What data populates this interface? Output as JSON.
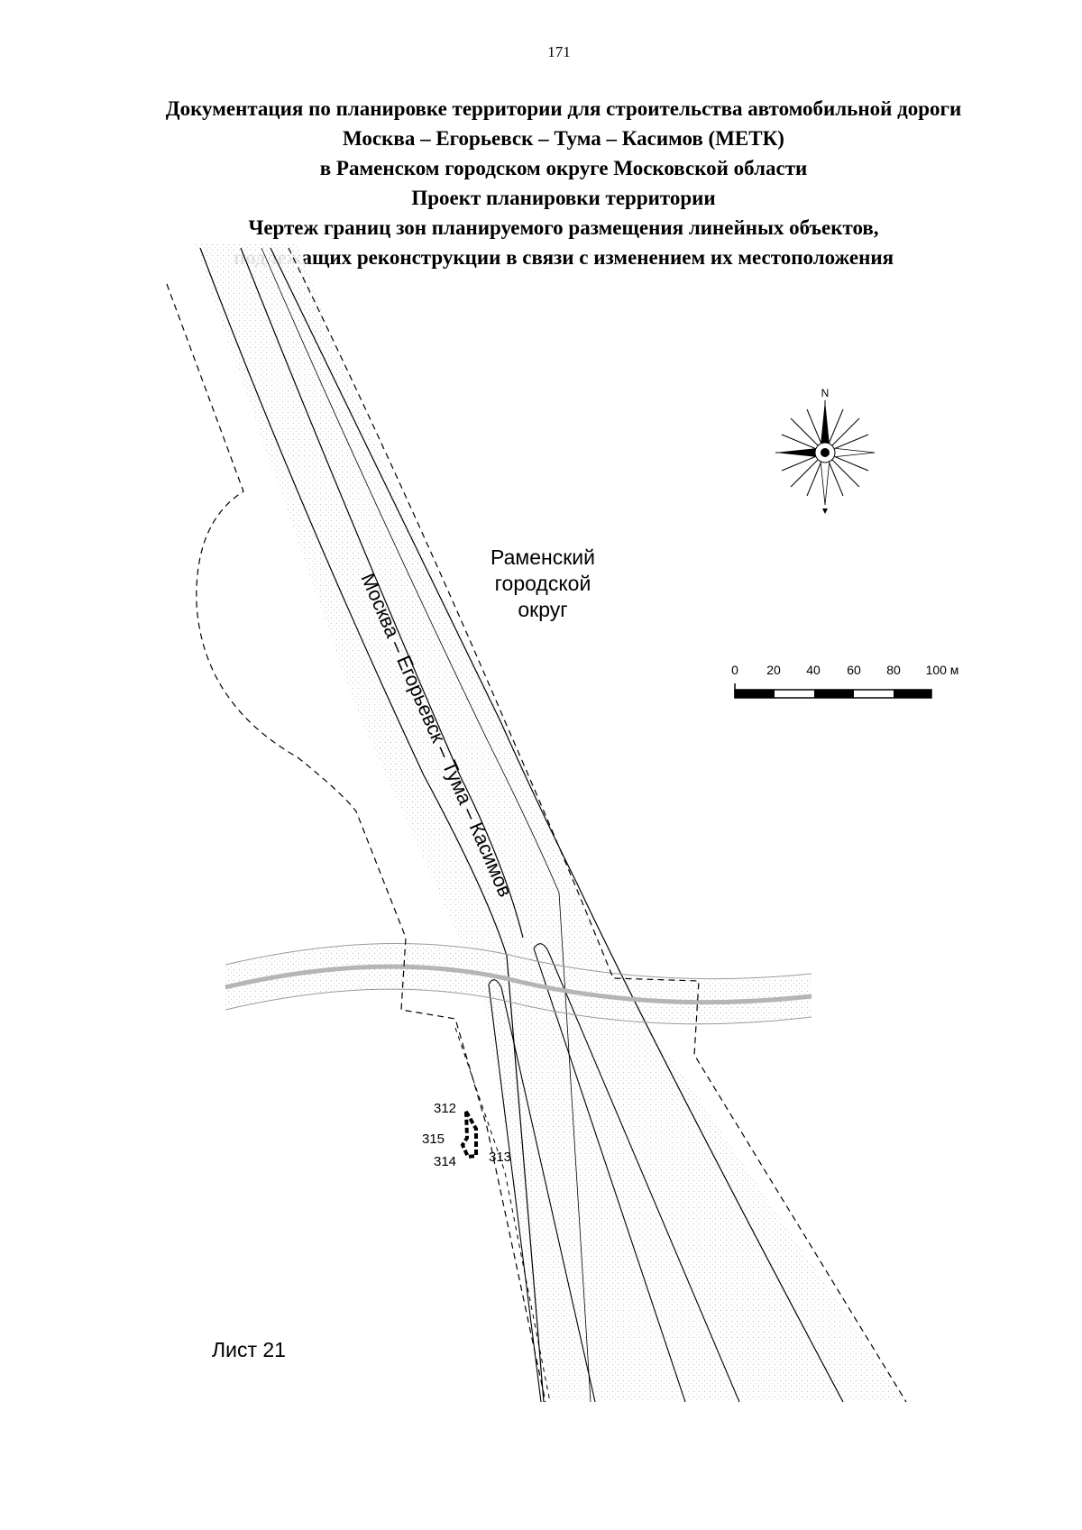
{
  "page_number": "171",
  "title_lines": [
    "Документация по планировке территории для строительства автомобильной дороги",
    "Москва – Егорьевск – Тума – Касимов (МЕТК)",
    "в Раменском городском округе Московской области",
    "Проект планировки территории",
    "Чертеж границ зон планируемого размещения линейных объектов,",
    "подлежащих реконструкции в связи с изменением их местоположения"
  ],
  "map": {
    "district_label": [
      "Раменский",
      "городской",
      "округ"
    ],
    "road_label": "Москва – Егорьевск – Тума – Касимов",
    "compass_label": "N",
    "scale_labels": [
      "0",
      "20",
      "40",
      "60",
      "80",
      "100 м"
    ],
    "point_labels": [
      "312",
      "315",
      "314",
      "313"
    ],
    "sheet_label": "Лист 21"
  },
  "colors": {
    "ink": "#000000",
    "road_hatch": "#bdbdbd",
    "background": "#ffffff"
  }
}
